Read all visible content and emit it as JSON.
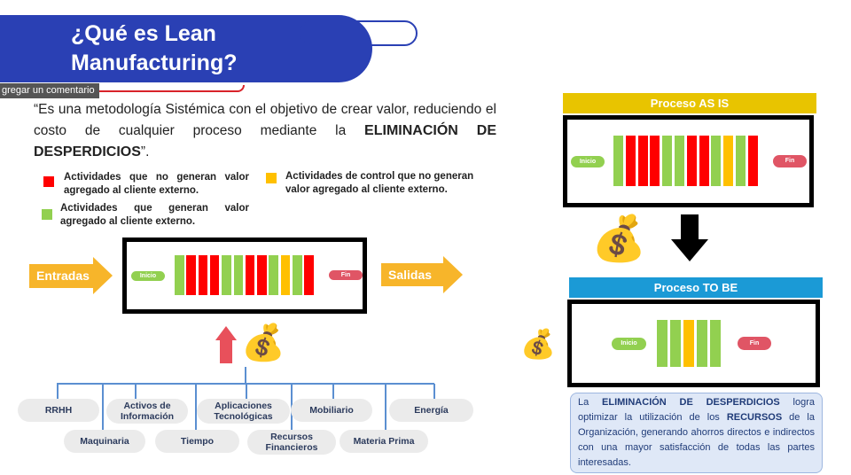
{
  "title": {
    "line1": "¿Qué es Lean",
    "line2": "Manufacturing?"
  },
  "tooltip": "gregar un comentario",
  "quote": {
    "part1": "“Es una metodología Sistémica con el objetivo de crear valor, reduciendo el costo de cualquier proceso mediante la ",
    "bold": "ELIMINACIÓN DE DESPERDICIOS",
    "part2": "”."
  },
  "legend": {
    "red": "Actividades que no generan valor agregado al cliente externo.",
    "yellow": "Actividades de control que no generan valor agregado al cliente externo.",
    "green": "Actividades que generan valor agregado al cliente externo."
  },
  "colors": {
    "red": "#ff0000",
    "green": "#92d050",
    "yellow": "#ffc000",
    "blue": "#2a40b4"
  },
  "flow": {
    "input": "Entradas",
    "output": "Salidas",
    "start": "Inicio",
    "end": "Fin"
  },
  "as_is": {
    "header": "Proceso AS IS",
    "bars": [
      "green",
      "red",
      "red",
      "red",
      "green",
      "green",
      "red",
      "red",
      "green",
      "yellow",
      "green",
      "red"
    ]
  },
  "to_be": {
    "header": "Proceso TO BE",
    "bars": [
      "green",
      "green",
      "yellow",
      "green",
      "green"
    ]
  },
  "resources": [
    "RRHH",
    "Maquinaria",
    "Activos de Información",
    "Tiempo",
    "Aplicaciones Tecnológicas",
    "Recursos Financieros",
    "Mobiliario",
    "Materia Prima",
    "Energía"
  ],
  "summary": {
    "t1": "La ",
    "b1": "ELIMINACIÓN DE DESPERDICIOS",
    "t2": " logra optimizar la utilización de los ",
    "b2": "RECURSOS",
    "t3": " de la Organización, generando ahorros directos e indirectos con una mayor satisfacción de todas las partes interesadas."
  }
}
